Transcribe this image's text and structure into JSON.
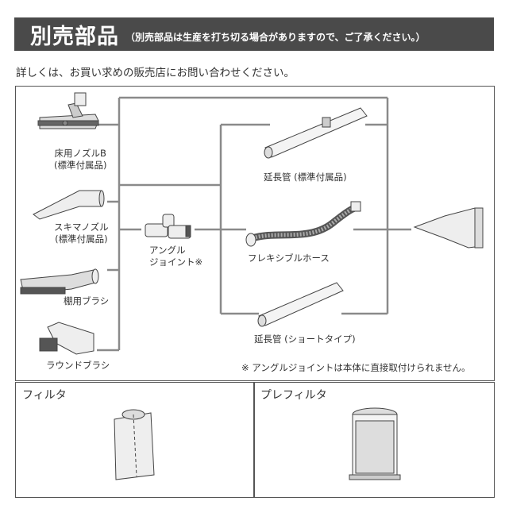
{
  "header": {
    "title": "別売部品",
    "note": "（別売部品は生産を打ち切る場合がありますので、ご了承ください。）"
  },
  "intro": "詳しくは、お買い求めの販売店にお問い合わせください。",
  "parts": {
    "floor_nozzle": [
      "床用ノズルB",
      "(標準付属品)"
    ],
    "crevice_nozzle": [
      "スキマノズル",
      "(標準付属品)"
    ],
    "shelf_brush": "棚用ブラシ",
    "round_brush": "ラウンドブラシ",
    "angle_joint": [
      "アングル",
      "ジョイント※"
    ],
    "extension_pipe": "延長管 (標準付属品)",
    "flexible_hose": "フレキシブルホース",
    "short_pipe": "延長管 (ショートタイプ)"
  },
  "footnote": "※ アングルジョイントは本体に直接取付けられません。",
  "filter_panel": {
    "title": "フィルタ"
  },
  "prefilter_panel": {
    "title": "プレフィルタ"
  }
}
